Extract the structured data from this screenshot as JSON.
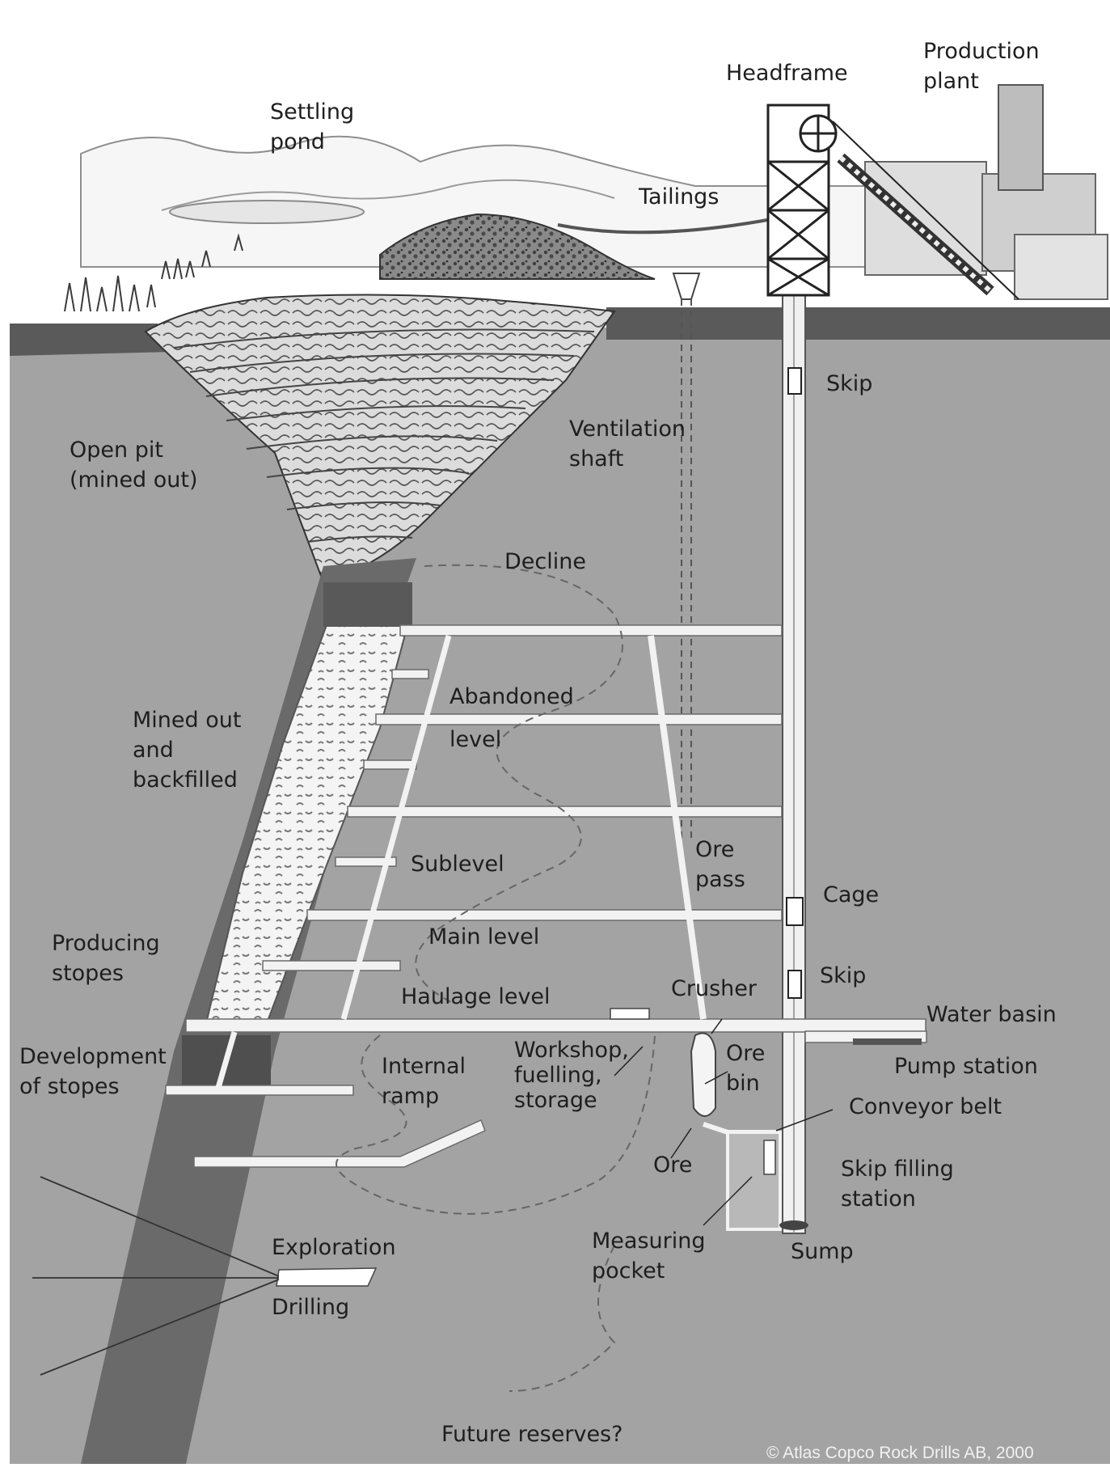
{
  "labels": {
    "production_plant": [
      "Production",
      "plant"
    ],
    "headframe": "Headframe",
    "settling_pond": [
      "Settling",
      "pond"
    ],
    "tailings": "Tailings",
    "skip_top": "Skip",
    "ventilation_shaft": [
      "Ventilation",
      "shaft"
    ],
    "open_pit": [
      "Open pit",
      "(mined out)"
    ],
    "decline": "Decline",
    "abandoned_level": [
      "Abandoned",
      "level"
    ],
    "mined_out_backfilled": [
      "Mined out",
      "and",
      "backfilled"
    ],
    "sublevel": "Sublevel",
    "ore_pass": [
      "Ore",
      "pass"
    ],
    "cage": "Cage",
    "main_level": "Main level",
    "producing_stopes": [
      "Producing",
      "stopes"
    ],
    "skip_bottom": "Skip",
    "haulage_level": "Haulage level",
    "crusher": "Crusher",
    "water_basin": "Water basin",
    "development_of_stopes": [
      "Development",
      "of stopes"
    ],
    "internal_ramp": [
      "Internal",
      "ramp"
    ],
    "workshop": [
      "Workshop,",
      "fuelling,",
      "storage"
    ],
    "ore_bin": [
      "Ore",
      "bin"
    ],
    "pump_station": "Pump station",
    "conveyor_belt": "Conveyor belt",
    "ore": "Ore",
    "skip_filling_station": [
      "Skip filling",
      "station"
    ],
    "exploration": "Exploration",
    "measuring_pocket": [
      "Measuring",
      "pocket"
    ],
    "sump": "Sump",
    "drilling": "Drilling",
    "future_reserves": "Future reserves?"
  },
  "credit": "© Atlas Copco Rock Drills AB, 2000",
  "colors": {
    "rock": "#a3a3a3",
    "orebody": "#6a6a6a",
    "sky": "#ffffff",
    "surface_band": "#555555",
    "tunnel": "#f2f2f2",
    "ink": "#1e1e1e"
  }
}
